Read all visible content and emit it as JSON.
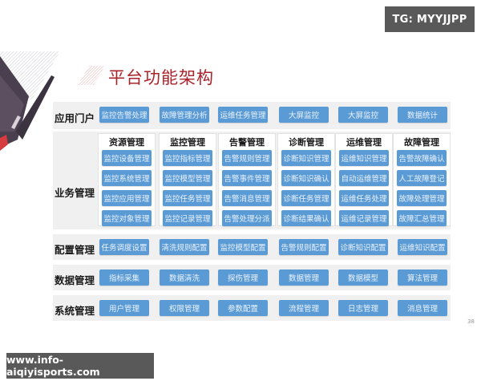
{
  "watermarks": {
    "top_right": "TG: MYYJJPP",
    "bottom_left": "www.info-aiqiyisports.com"
  },
  "slide": {
    "title": "平台功能架构",
    "page_number": "38",
    "colors": {
      "title": "#a8232a",
      "button": "#5b9bd5",
      "row_background": "#f0f0f0",
      "watermark_background": "#595959"
    }
  },
  "rows": {
    "portal": {
      "label": "应用门户",
      "items": [
        "监控告警处理",
        "故障管理分析",
        "运维任务管理",
        "大屏监控",
        "大屏监控",
        "数据统计"
      ]
    },
    "business": {
      "label": "业务管理",
      "groups": [
        {
          "title": "资源管理",
          "items": [
            "监控设备管理",
            "监控系统管理",
            "监控应用管理",
            "监控对象管理"
          ]
        },
        {
          "title": "监控管理",
          "items": [
            "监控指标管理",
            "监控模型管理",
            "监控任务管理",
            "监控记录管理"
          ]
        },
        {
          "title": "告警管理",
          "items": [
            "告警规则管理",
            "告警事件管理",
            "告警消息管理",
            "告警处理分派"
          ]
        },
        {
          "title": "诊断管理",
          "items": [
            "诊断知识管理",
            "诊断知识确认",
            "诊断任务管理",
            "诊断结果确认"
          ]
        },
        {
          "title": "运维管理",
          "items": [
            "运维知识管理",
            "自动运维管理",
            "运维任务处理",
            "运维记录管理"
          ]
        },
        {
          "title": "故障管理",
          "items": [
            "告警故障确认",
            "人工故障登记",
            "故障处理管理",
            "故障汇总管理"
          ]
        }
      ]
    },
    "config": {
      "label": "配置管理",
      "items": [
        "任务调度设置",
        "清洗规则配置",
        "监控模型配置",
        "告警规则配置",
        "诊断知识配置",
        "运维知识配置"
      ]
    },
    "data": {
      "label": "数据管理",
      "items": [
        "指标采集",
        "数据清洗",
        "探伤管理",
        "数据管理",
        "数据模型",
        "算法管理"
      ]
    },
    "system": {
      "label": "系统管理",
      "items": [
        "用户管理",
        "权限管理",
        "参数配置",
        "流程管理",
        "日志管理",
        "消息管理"
      ]
    }
  }
}
